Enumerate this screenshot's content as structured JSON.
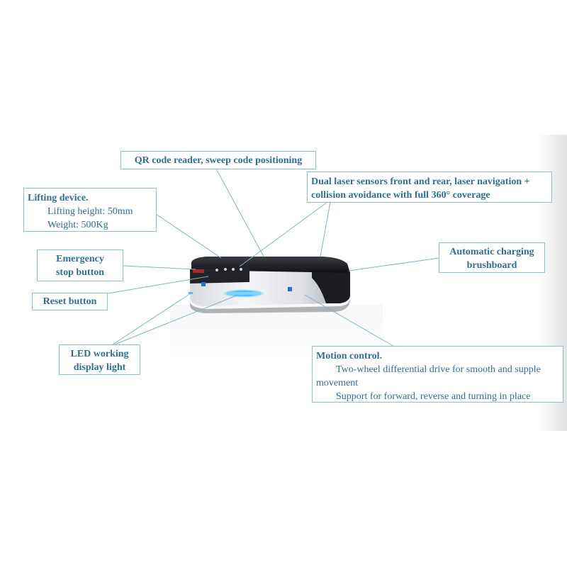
{
  "colors": {
    "label_text": "#2f6f93",
    "label_border": "#8fc0d0",
    "leader_line": "#7fb3c6",
    "robot_top": "#1b1c1f",
    "robot_body": "#e9eaed",
    "led_glow": "#38b6ff"
  },
  "callouts": {
    "qr_reader": "QR code reader, sweep code positioning",
    "laser": {
      "line1": "Dual laser sensors front and rear, laser navigation +",
      "line2": "collision avoidance with full 360° coverage"
    },
    "lifting": {
      "title": "Lifting device.",
      "height": "Lifting height: 50mm",
      "weight": "Weight: 500Kg"
    },
    "emergency": {
      "line1": "Emergency",
      "line2": "stop button"
    },
    "reset": "Reset button",
    "charging": {
      "line1": "Automatic charging",
      "line2": "brushboard"
    },
    "led": {
      "line1": "LED working",
      "line2": "display light"
    },
    "motion": {
      "title": "Motion control.",
      "line1": "Two-wheel differential drive for smooth and supple",
      "line2": "movement",
      "line3": "Support for forward, reverse and turning in place"
    }
  }
}
